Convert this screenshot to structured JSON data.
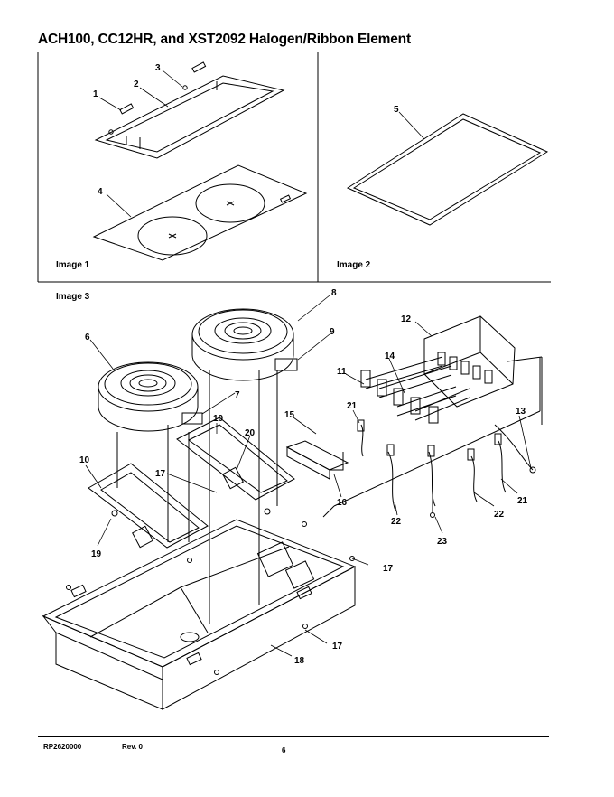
{
  "title": "ACH100, CC12HR, and XST2092 Halogen/Ribbon Element",
  "panels": {
    "image1": "Image 1",
    "image2": "Image 2",
    "image3": "Image 3"
  },
  "callouts": [
    "1",
    "2",
    "3",
    "4",
    "5",
    "6",
    "7",
    "8",
    "9",
    "10",
    "10",
    "11",
    "12",
    "13",
    "14",
    "15",
    "16",
    "17",
    "17",
    "17",
    "18",
    "19",
    "20",
    "21",
    "21",
    "22",
    "22",
    "23"
  ],
  "footer": {
    "doc_number": "RP2620000",
    "revision": "Rev. 0",
    "page_number": "6"
  }
}
